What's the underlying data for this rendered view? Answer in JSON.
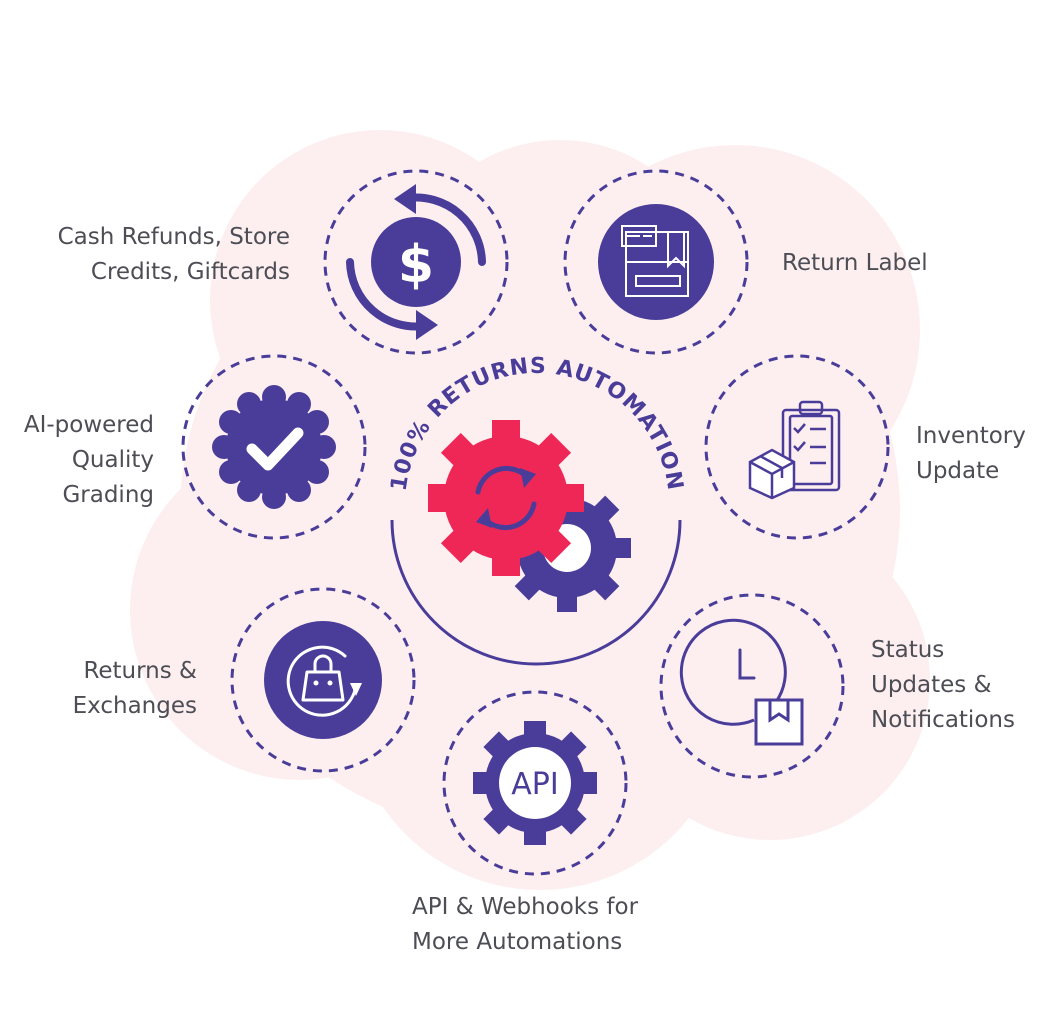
{
  "center": {
    "title": "100% RETURNS AUTOMATION"
  },
  "features": {
    "refunds": {
      "line1": "Cash Refunds, Store",
      "line2": "Credits, Giftcards"
    },
    "label": {
      "line1": "Return Label"
    },
    "inventory": {
      "line1": "Inventory",
      "line2": "Update"
    },
    "status": {
      "line1": "Status",
      "line2": "Updates &",
      "line3": "Notifications"
    },
    "api": {
      "line1": "API & Webhooks for",
      "line2": "More Automations",
      "icon_text": "API"
    },
    "exchanges": {
      "line1": "Returns &",
      "line2": "Exchanges"
    },
    "grading": {
      "line1": "AI-powered",
      "line2": "Quality",
      "line3": "Grading"
    }
  },
  "icons": {
    "refunds": "dollar-cycle-icon",
    "label": "shipping-label-icon",
    "inventory": "clipboard-box-icon",
    "status": "clock-box-icon",
    "api": "api-gear-icon",
    "exchanges": "shopping-bag-return-icon",
    "grading": "quality-badge-check-icon",
    "center": "gears-automation-icon"
  },
  "colors": {
    "primary": "#4a3d9a",
    "accent": "#ee2757",
    "background_blob": "#fdeff0",
    "text": "#4d4d55"
  }
}
